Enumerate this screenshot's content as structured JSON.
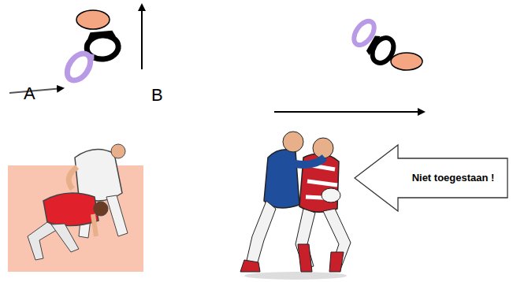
{
  "diagram": {
    "nodes": [
      {
        "text": [
          "Niet toegestaan !"
        ]
      }
    ],
    "labels": [
      "A",
      "B"
    ]
  }
}
